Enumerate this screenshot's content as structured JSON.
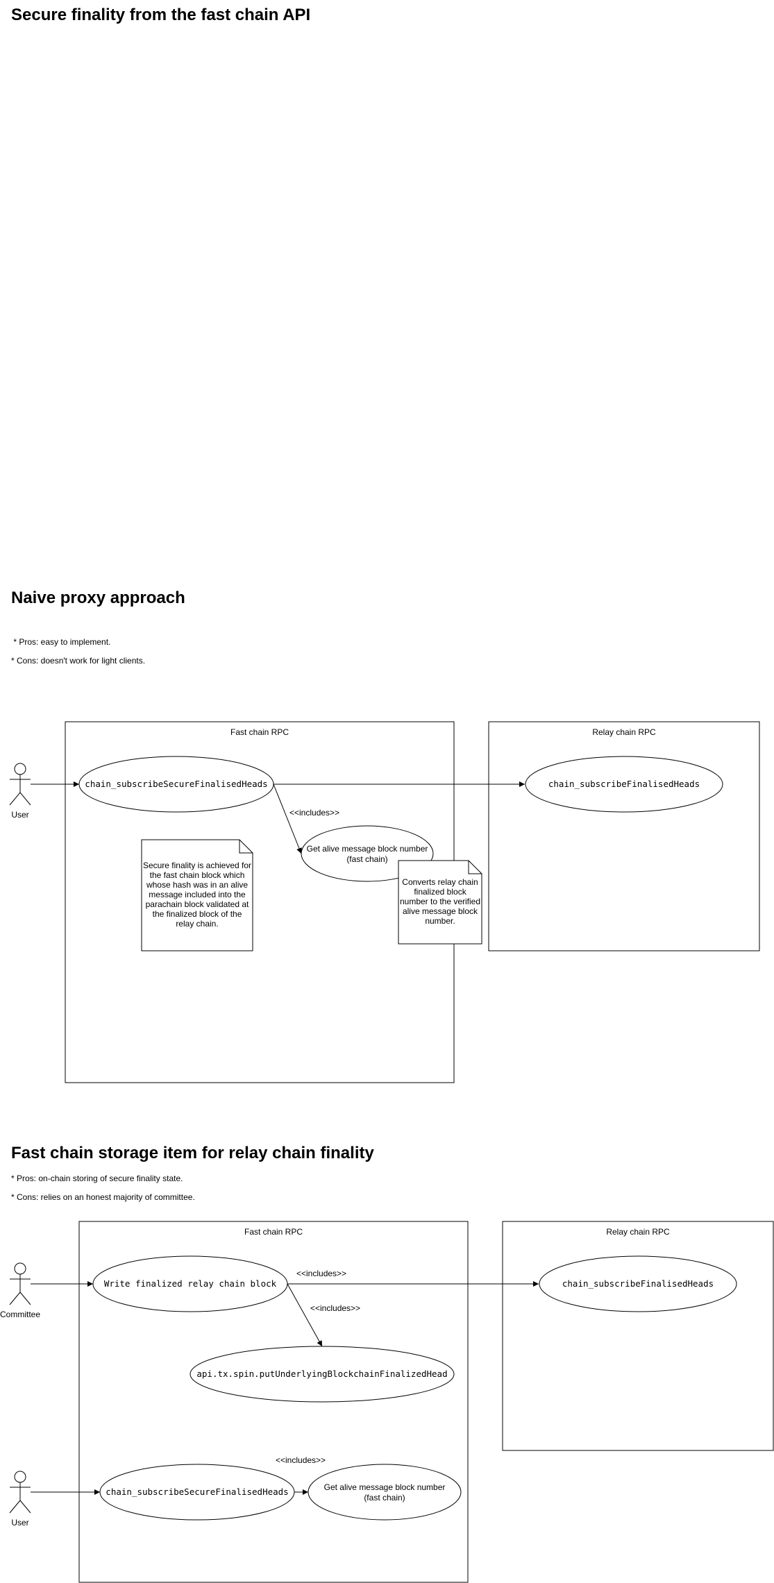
{
  "title": "Secure finality from the fast chain API",
  "section1": {
    "heading": "Naive proxy approach",
    "pros": " * Pros: easy to implement.",
    "cons": "* Cons: doesn't work for light clients.",
    "fast_box_label": "Fast chain RPC",
    "relay_box_label": "Relay chain RPC",
    "actor_label": "User",
    "uc_secure": "chain_subscribeSecureFinalisedHeads",
    "uc_relay": "chain_subscribeFinalisedHeads",
    "uc_alive": [
      "Get alive message block number",
      "(fast chain)"
    ],
    "includes": "<<includes>>",
    "note1": [
      "Secure finality is achieved for",
      "the fast chain block which",
      "whose hash was in an alive",
      "message included into the",
      "parachain block validated at",
      "the finalized block of the",
      "relay chain."
    ],
    "note2": [
      "Converts relay chain",
      "finalized block",
      "number to the verified",
      "alive message block",
      "number."
    ]
  },
  "section2": {
    "heading": "Fast chain storage item for relay chain finality",
    "pros": "* Pros: on-chain storing of secure finality state.",
    "cons": "* Cons: relies on an honest majority of committee.",
    "fast_box_label": "Fast chain RPC",
    "relay_box_label": "Relay chain RPC",
    "actor_committee": "Committee",
    "actor_user": "User",
    "uc_write": "Write finalized relay chain block",
    "uc_relay": "chain_subscribeFinalisedHeads",
    "uc_put": "api.tx.spin.putUnderlyingBlockchainFinalizedHead",
    "uc_secure": "chain_subscribeSecureFinalisedHeads",
    "uc_alive": [
      "Get alive message block number",
      "(fast chain)"
    ],
    "includes_1": "<<includes>>",
    "includes_2": "<<includes>>",
    "includes_3": "<<includes>>"
  }
}
